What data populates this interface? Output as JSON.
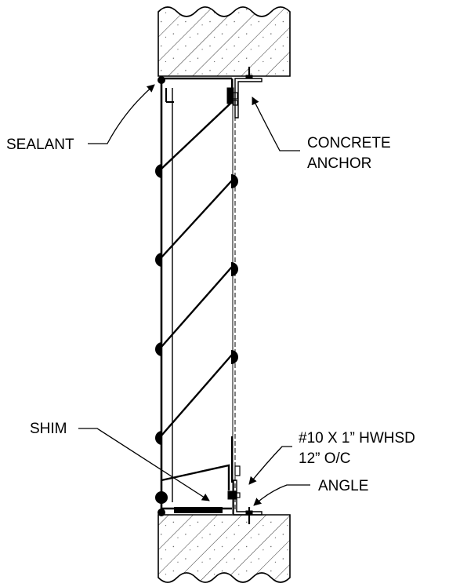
{
  "labels": {
    "sealant": "SEALANT",
    "concrete_anchor_line1": "CONCRETE",
    "concrete_anchor_line2": "ANCHOR",
    "shim": "SHIM",
    "screw_line1": "#10 X 1” HWHSD",
    "screw_line2": "12” O/C",
    "angle": "ANGLE"
  },
  "colors": {
    "line": "#000000",
    "hatch": "#333333",
    "background": "#ffffff"
  }
}
